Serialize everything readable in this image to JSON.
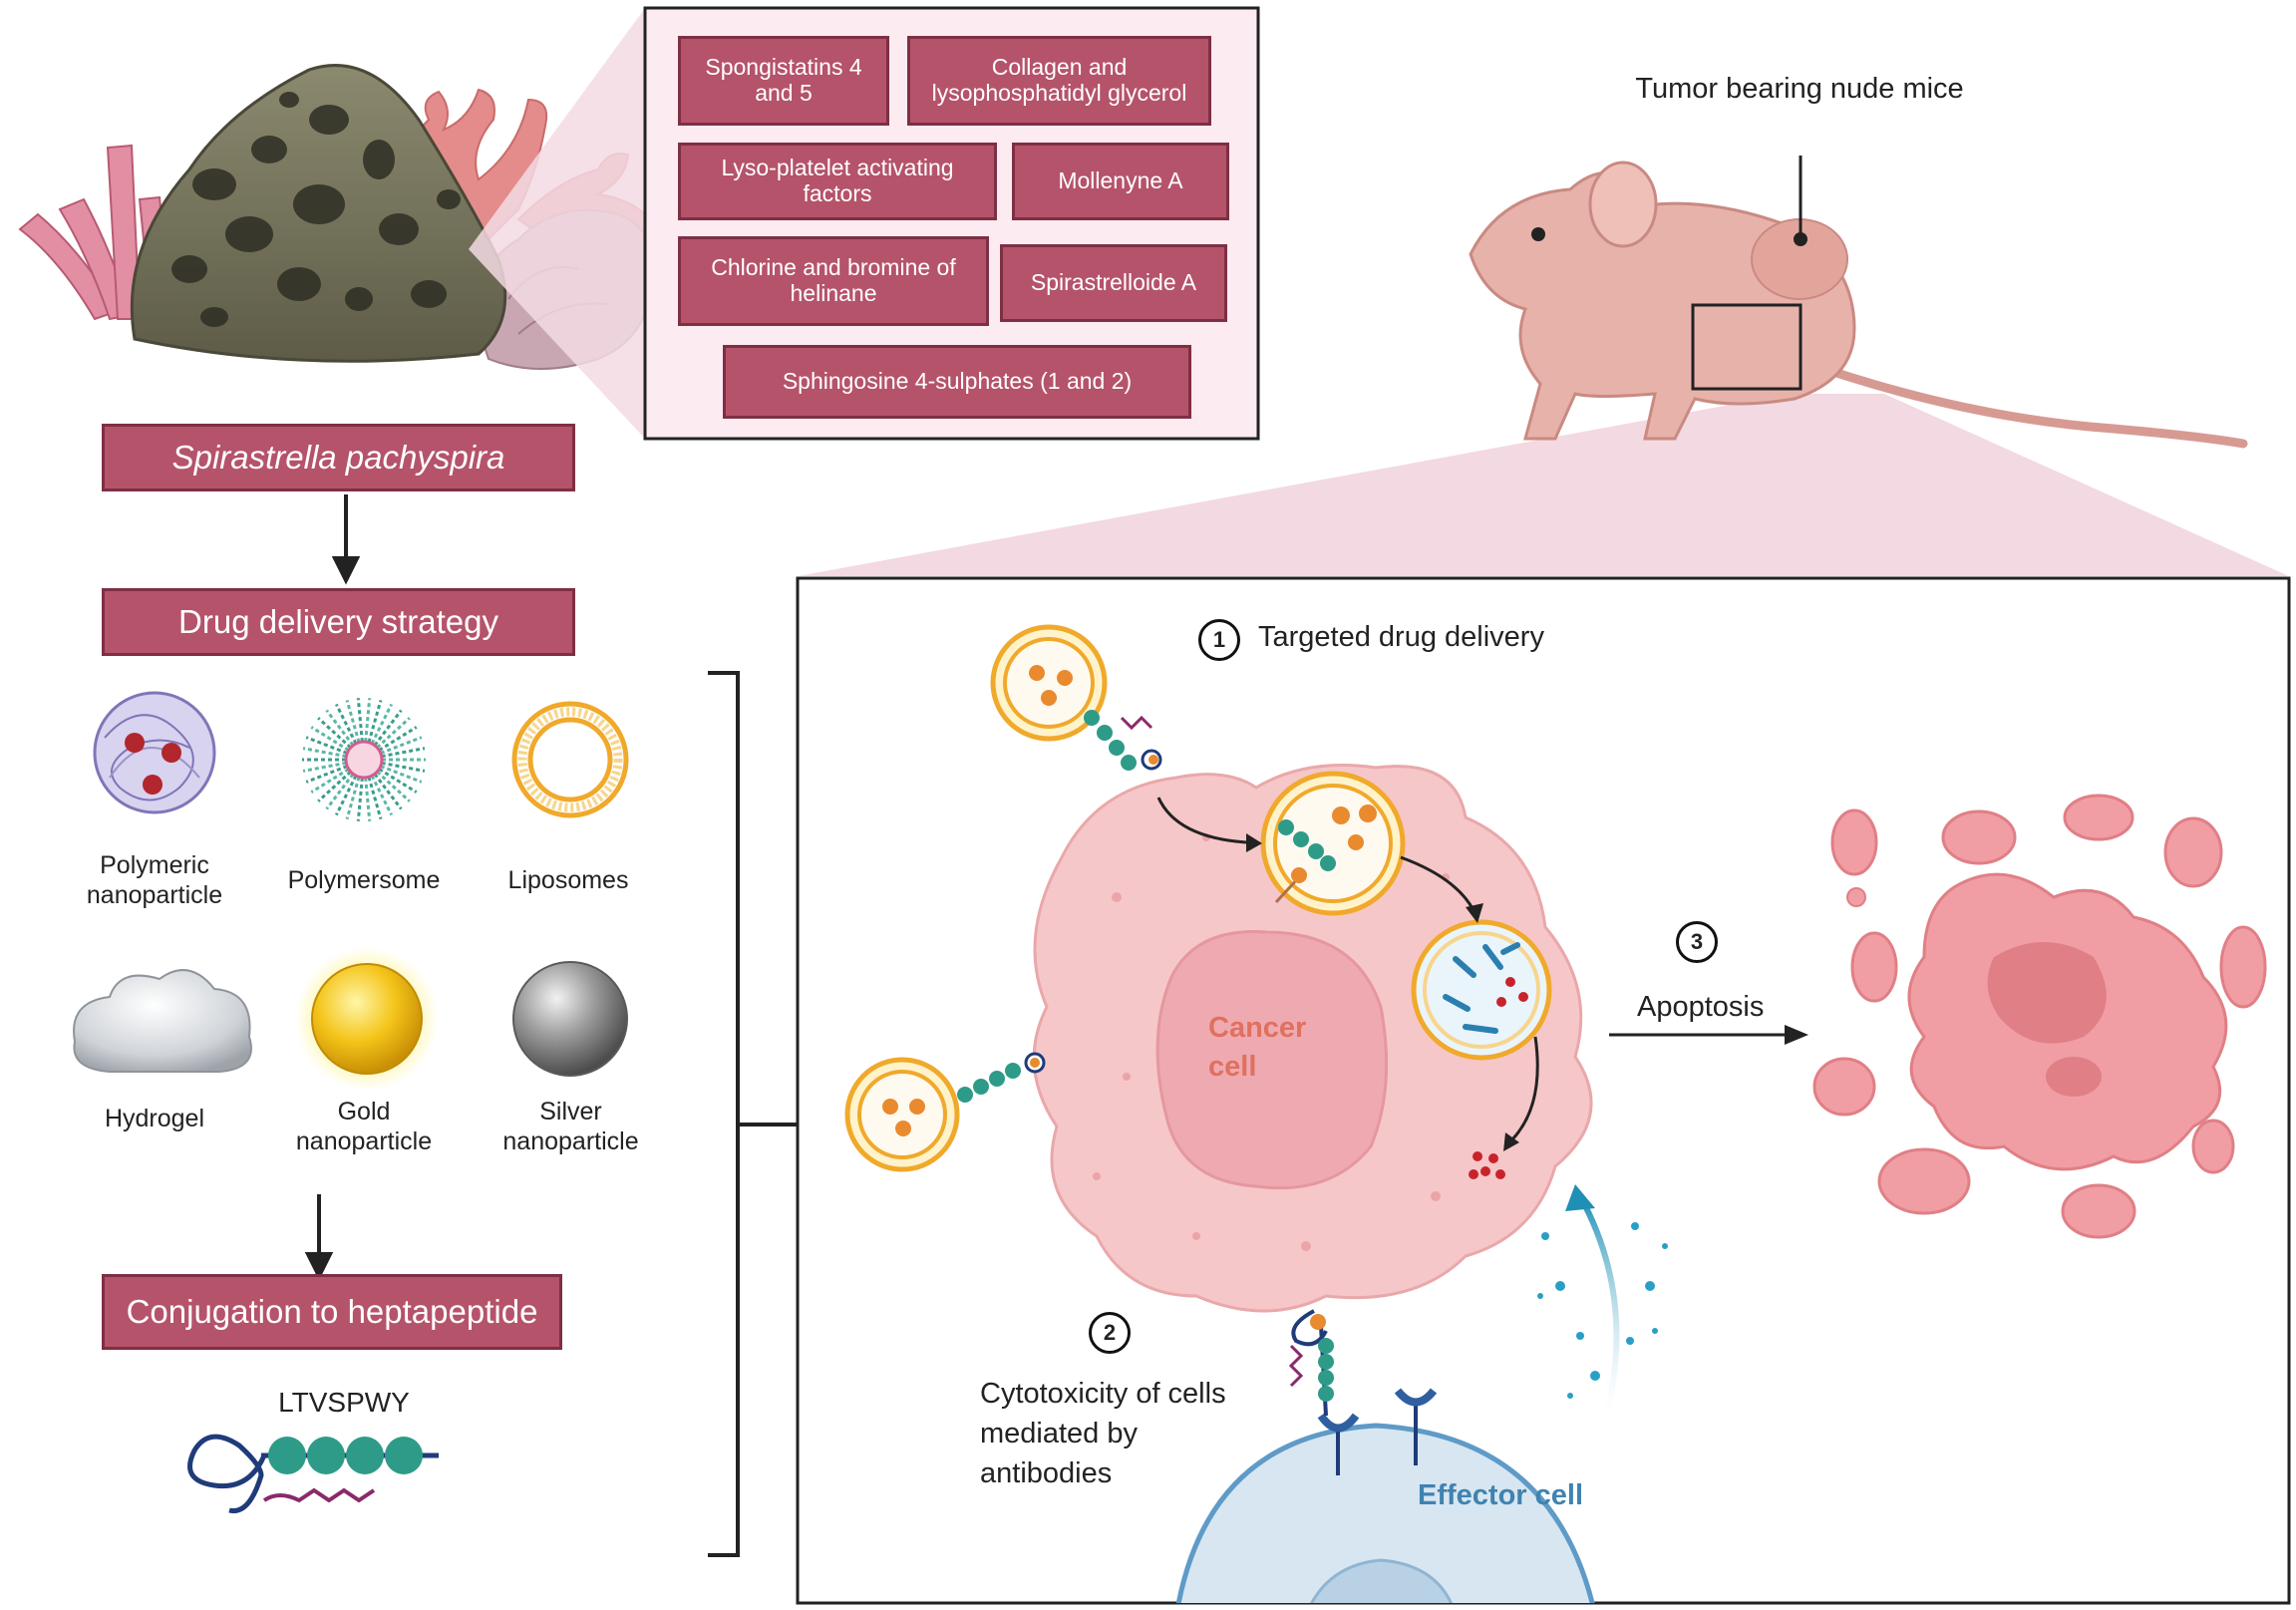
{
  "source_organism": "Spirastrella pachyspira",
  "compounds": [
    "Spongistatins 4 and 5",
    "Collagen and lysophosphatidyl glycerol",
    "Lyso-platelet activating factors",
    "Mollenyne A",
    "Chlorine and bromine of helinane",
    "Spirastrelloide A",
    "Sphingosine 4-sulphates (1 and 2)"
  ],
  "flow": {
    "drug_delivery": "Drug delivery strategy",
    "conjugation": "Conjugation to  heptapeptide",
    "peptide": "LTVSPWY"
  },
  "nanocarriers": [
    "Polymeric nanoparticle",
    "Polymersome",
    "Liposomes",
    "Hydrogel",
    "Gold nanoparticle",
    "Silver nanoparticle"
  ],
  "mouse_label": "Tumor bearing nude mice",
  "mechanism": {
    "step1_number": "1",
    "step1_label": "Targeted drug delivery",
    "step2_number": "2",
    "step2_label": "Cytotoxicity of cells mediated by antibodies",
    "step3_number": "3",
    "step3_label": "Apoptosis",
    "cancer_cell": "Cancer cell",
    "effector_cell": "Effector cell"
  },
  "colors": {
    "box_fill": "#b5536a",
    "box_border": "#7e2f44",
    "cell_pink": "#f6c7c8",
    "liposome": "#f2b53c",
    "peptide_teal": "#2e9b88",
    "effector_blue": "#3f83b0"
  }
}
